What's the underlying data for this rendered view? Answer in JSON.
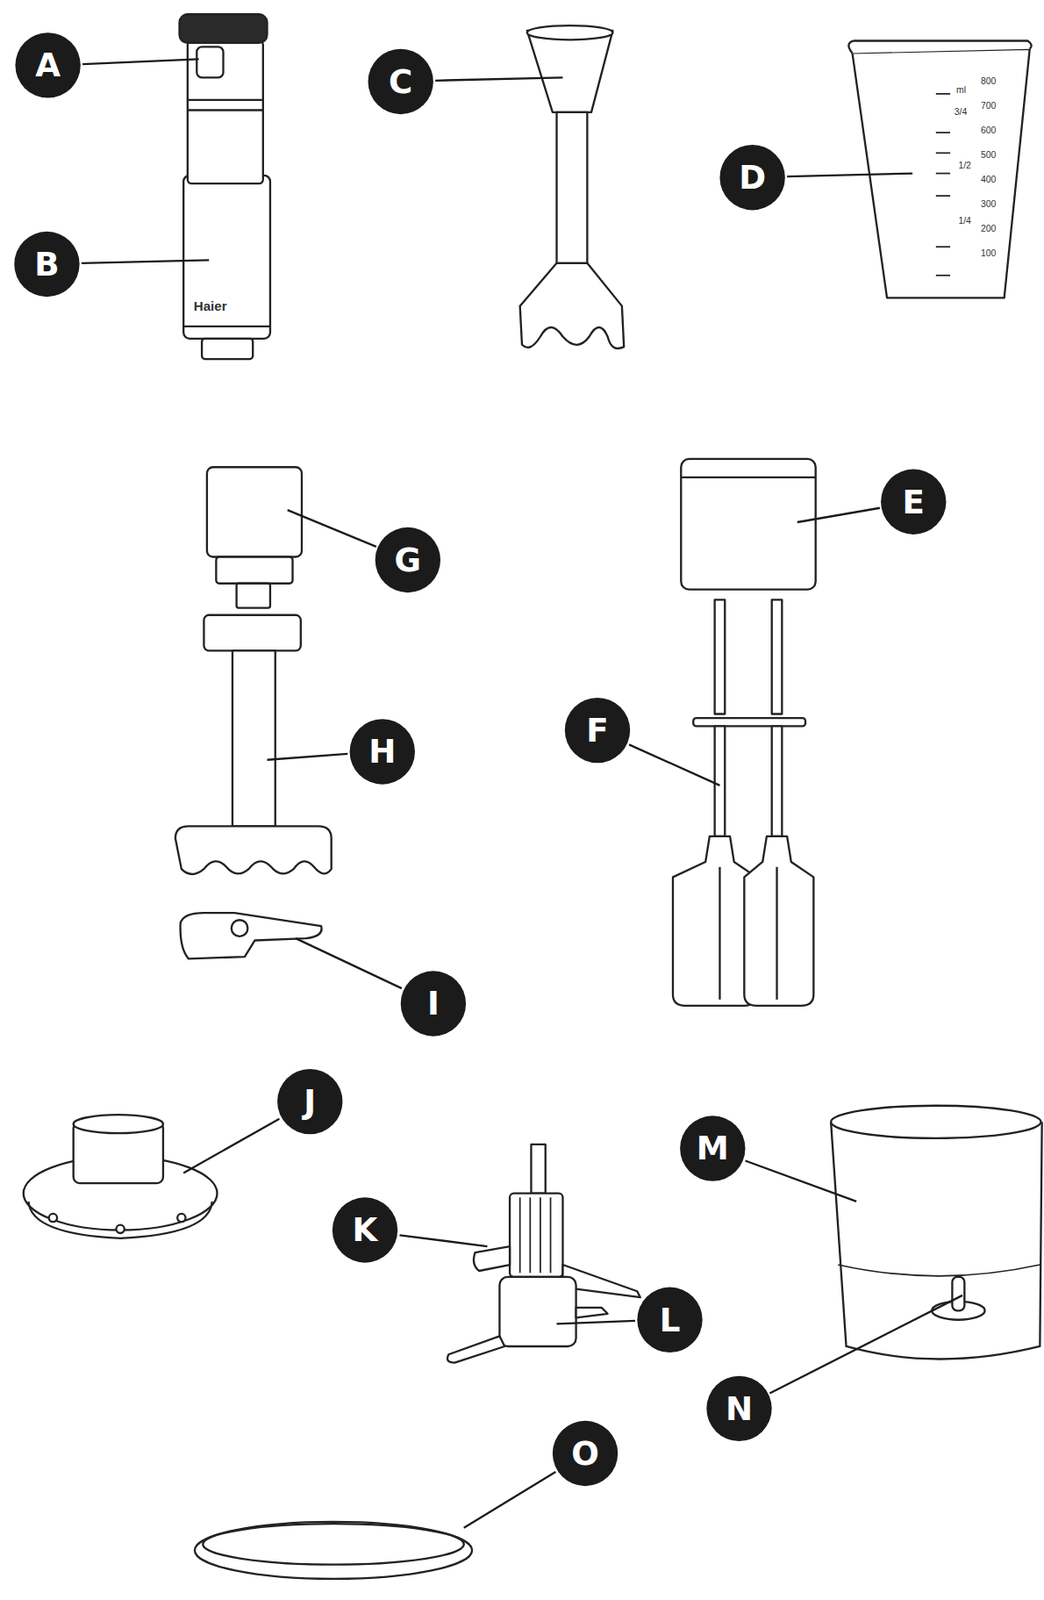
{
  "diagram": {
    "labels": [
      "A",
      "B",
      "C",
      "D",
      "E",
      "F",
      "G",
      "H",
      "I",
      "J",
      "K",
      "L",
      "M",
      "N",
      "O",
      "Haier",
      "ml",
      "3/4",
      "1/2",
      "1/4",
      "800",
      "700",
      "600",
      "500",
      "400",
      "300",
      "200",
      "100"
    ]
  }
}
